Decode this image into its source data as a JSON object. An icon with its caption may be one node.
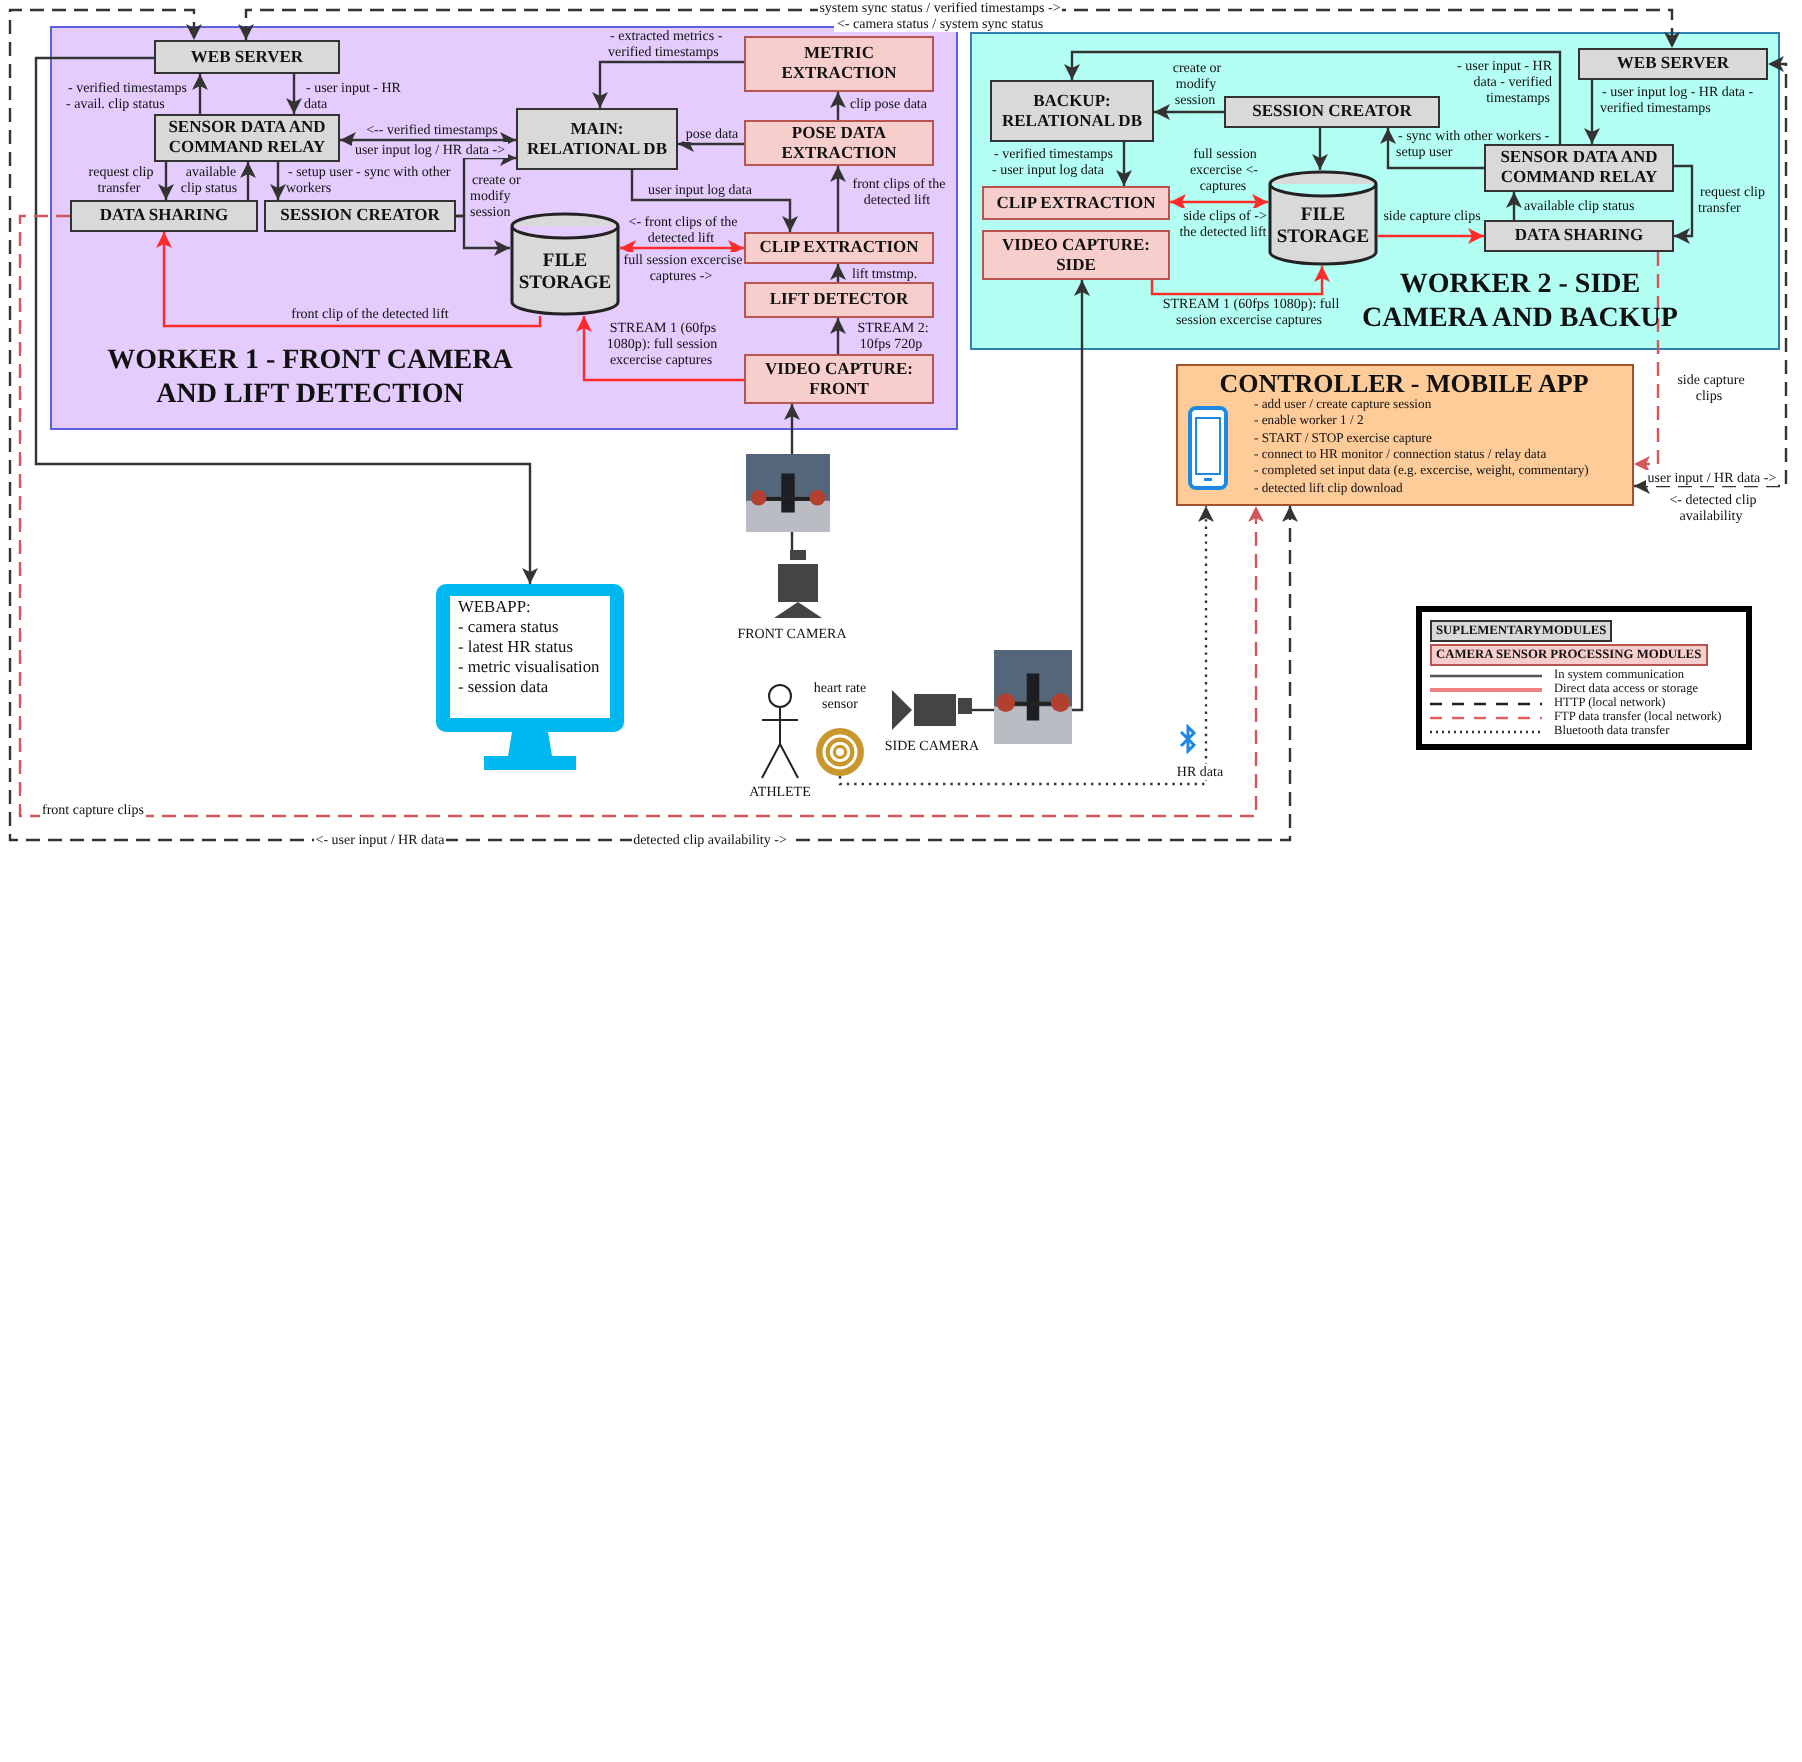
{
  "diagram": {
    "nodes": [
      {
        "text": [
          "WORKER 1 - FRONT CAMERA AND LIFT DETECTION"
        ]
      },
      {
        "text": [
          "WEB SERVER"
        ],
        "in": 0
      },
      {
        "text": [
          "SENSOR DATA AND COMMAND RELAY"
        ],
        "in": 0
      },
      {
        "text": [
          "DATA SHARING"
        ],
        "in": 0
      },
      {
        "text": [
          "SESSION CREATOR"
        ],
        "in": 0
      },
      {
        "text": [
          "MAIN: RELATIONAL DB"
        ],
        "in": 0
      },
      {
        "text": [
          "FILE STORAGE"
        ],
        "in": 0
      },
      {
        "text": [
          "METRIC EXTRACTION"
        ],
        "in": 0
      },
      {
        "text": [
          "POSE DATA EXTRACTION"
        ],
        "in": 0
      },
      {
        "text": [
          "CLIP EXTRACTION"
        ],
        "in": 0
      },
      {
        "text": [
          "LIFT DETECTOR"
        ],
        "in": 0
      },
      {
        "text": [
          "VIDEO CAPTURE: FRONT"
        ],
        "in": 0
      },
      {
        "text": [
          "WORKER 2 - SIDE CAMERA AND BACKUP"
        ]
      },
      {
        "text": [
          "BACKUP: RELATIONAL DB"
        ],
        "in": 12
      },
      {
        "text": [
          "SESSION CREATOR"
        ],
        "in": 12
      },
      {
        "text": [
          "WEB SERVER"
        ],
        "in": 12
      },
      {
        "text": [
          "SENSOR DATA AND COMMAND RELAY"
        ],
        "in": 12
      },
      {
        "text": [
          "CLIP EXTRACTION"
        ],
        "in": 12
      },
      {
        "text": [
          "VIDEO CAPTURE: SIDE"
        ],
        "in": 12
      },
      {
        "text": [
          "FILE STORAGE"
        ],
        "in": 12
      },
      {
        "text": [
          "DATA SHARING"
        ],
        "in": 12
      },
      {
        "text": [
          "CONTROLLER - MOBILE APP",
          "- add user / create capture session",
          "- enable worker 1 / 2",
          "- START / STOP exercise capture",
          "- connect to HR monitor / connection status / relay data",
          "- completed set input data (e.g. excercise, weight, commentary)",
          "- detected lift clip download"
        ]
      },
      {
        "text": [
          "WEBAPP:",
          "- camera status",
          "- latest HR status",
          "- metric visualisation",
          "- session data"
        ]
      },
      {
        "text": [],
        "shape": "picture"
      },
      {
        "text": [],
        "shape": "picture",
        "beside": [
          "FRONT CAMERA"
        ]
      },
      {
        "text": [],
        "shape": "person",
        "beside": [
          "ATHLETE"
        ]
      },
      {
        "text": [],
        "shape": "circle",
        "beside": [
          "heart rate sensor"
        ]
      },
      {
        "text": [],
        "shape": "picture",
        "beside": [
          "SIDE CAMERA"
        ]
      },
      {
        "text": [],
        "shape": "picture"
      }
    ],
    "edges": [
      {
        "from": 1,
        "to": 15,
        "arrow": "both",
        "label": "system sync status / verified timestamps ->",
        "style": "dashed"
      },
      {
        "from": 21,
        "to": 1,
        "arrow": "both",
        "label": "<- user input / HR data",
        "style": "dashed"
      },
      {
        "from": 21,
        "to": 15,
        "arrow": "both",
        "label": "user input / HR data ->",
        "style": "dashed"
      },
      {
        "from": 1,
        "to": 22,
        "arrow": "to"
      },
      {
        "from": 3,
        "to": 21,
        "arrow": "to",
        "label": "front capture clips",
        "style": "dashed",
        "color": "#d0585c"
      },
      {
        "from": 20,
        "to": 21,
        "arrow": "to",
        "label": "side capture clips",
        "style": "dashed",
        "color": "#d0585c"
      },
      {
        "from": 2,
        "to": 1,
        "arrow": "to",
        "label": "- verified timestamps - avail. clip status"
      },
      {
        "from": 1,
        "to": 2,
        "arrow": "to",
        "label": "- user input - HR data"
      },
      {
        "from": 2,
        "to": 3,
        "arrow": "to",
        "label": "request clip transfer"
      },
      {
        "from": 3,
        "to": 2,
        "arrow": "to",
        "label": "available clip status"
      },
      {
        "from": 2,
        "to": 4,
        "arrow": "to",
        "label": "- setup user - sync with other workers"
      },
      {
        "from": 5,
        "to": 2,
        "arrow": "both",
        "label": "<-- verified timestamps"
      },
      {
        "from": 4,
        "to": 5,
        "arrow": "to"
      },
      {
        "from": 4,
        "to": 6,
        "arrow": "to",
        "label": "create or modify session"
      },
      {
        "from": 7,
        "to": 5,
        "arrow": "to",
        "label": "- extracted metrics - verified timestamps"
      },
      {
        "from": 8,
        "to": 5,
        "arrow": "to",
        "label": "pose data"
      },
      {
        "from": 8,
        "to": 7,
        "arrow": "to",
        "label": "clip pose data"
      },
      {
        "from": 9,
        "to": 8,
        "arrow": "to",
        "label": "front clips of the detected lift"
      },
      {
        "from": 5,
        "to": 9,
        "arrow": "to",
        "label": "user input log data"
      },
      {
        "from": 6,
        "to": 9,
        "arrow": "both",
        "label": "<- front clips of the detected lift",
        "color": "#ff2a2a"
      },
      {
        "from": 10,
        "to": 9,
        "arrow": "to",
        "label": "lift tmstmp."
      },
      {
        "from": 11,
        "to": 10,
        "arrow": "to",
        "label": "STREAM 2: 10fps 720p"
      },
      {
        "from": 11,
        "to": 6,
        "arrow": "to",
        "label": "STREAM 1 (60fps 1080p): full session excercise captures",
        "color": "#ff2a2a"
      },
      {
        "from": 6,
        "to": 3,
        "arrow": "to",
        "label": "front clip of the detected lift",
        "color": "#ff2a2a"
      },
      {
        "from": 15,
        "to": 16,
        "arrow": "to",
        "label": "- user input log - HR data - verified timestamps"
      },
      {
        "from": 16,
        "to": 20,
        "arrow": "to",
        "label": "request clip transfer"
      },
      {
        "from": 20,
        "to": 16,
        "arrow": "to",
        "label": "available clip status"
      },
      {
        "from": 16,
        "to": 14,
        "arrow": "to",
        "label": "- sync with other workers - setup user"
      },
      {
        "from": 16,
        "to": 13,
        "arrow": "to",
        "label": "- user input - HR data - verified timestamps"
      },
      {
        "from": 14,
        "to": 13,
        "arrow": "to",
        "label": "create or modify session"
      },
      {
        "from": 14,
        "to": 19,
        "arrow": "to"
      },
      {
        "from": 13,
        "to": 17,
        "arrow": "to",
        "label": "- verified timestamps - user input log data"
      },
      {
        "from": 17,
        "to": 19,
        "arrow": "both",
        "label": "full session excercise <- captures",
        "color": "#ff2a2a"
      },
      {
        "from": 19,
        "to": 20,
        "arrow": "to",
        "label": "side capture clips",
        "color": "#ff2a2a"
      },
      {
        "from": 18,
        "to": 19,
        "arrow": "to",
        "label": "STREAM 1 (60fps 1080p): full session excercise captures",
        "color": "#ff2a2a"
      },
      {
        "from": 24,
        "to": 23,
        "arrow": "none"
      },
      {
        "from": 23,
        "to": 11,
        "arrow": "to"
      },
      {
        "from": 27,
        "to": 28,
        "arrow": "none"
      },
      {
        "from": 28,
        "to": 18,
        "arrow": "to"
      },
      {
        "from": 26,
        "to": 21,
        "arrow": "to",
        "label": "HR data",
        "style": "dashed"
      }
    ],
    "labels": [
      "<- camera status / system sync status",
      "user input log / HR data ->",
      "full session excercise captures ->",
      "side clips of -> the detected lift",
      "<- detected clip availability",
      "detected clip availability ->"
    ],
    "legend": [
      {
        "text": "SUPLEMENTARYMODULES",
        "color": "#d9d9d9"
      },
      {
        "text": "CAMERA SENSOR PROCESSING MODULES",
        "color": "#f8cecc"
      },
      {
        "text": "In system communication"
      },
      {
        "text": "Direct data access or storage"
      },
      {
        "text": "HTTP (local network)"
      },
      {
        "text": "FTP data transfer (local network)"
      },
      {
        "text": "Bluetooth data transfer"
      }
    ]
  }
}
